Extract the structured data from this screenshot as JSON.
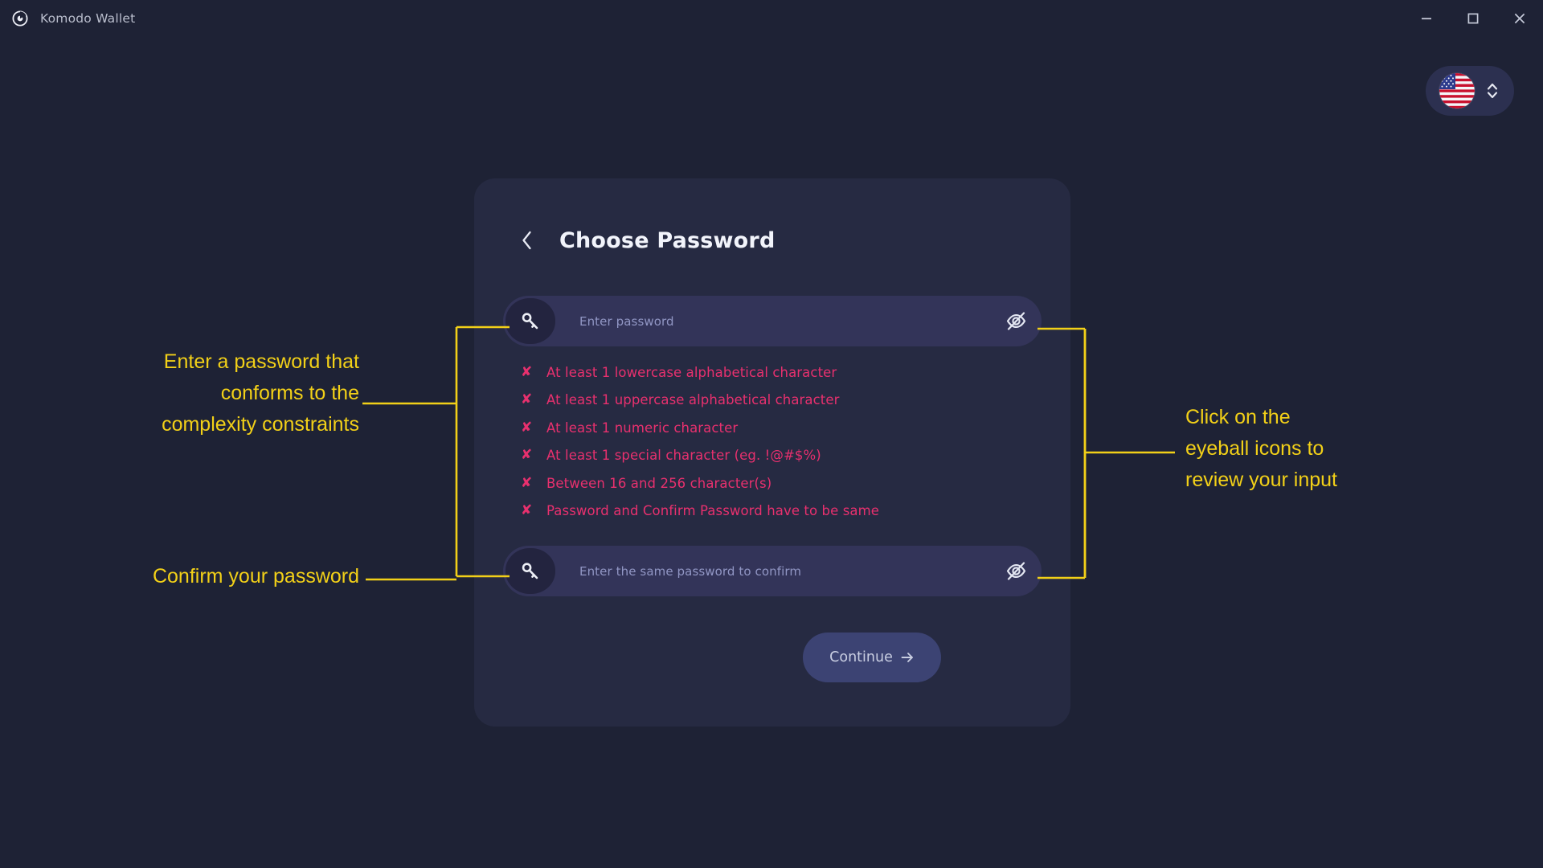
{
  "window": {
    "app_title": "Komodo Wallet",
    "logo_icon": "komodo-logo-icon",
    "controls": {
      "minimize": "minimize-icon",
      "maximize": "maximize-icon",
      "close": "close-icon"
    }
  },
  "language_selector": {
    "flag": "us-flag-icon",
    "chevrons_icon": "chevron-up-down-icon"
  },
  "card": {
    "back_icon": "chevron-left-icon",
    "title": "Choose Password",
    "password_field": {
      "key_icon": "key-icon",
      "placeholder": "Enter password",
      "value": "",
      "toggle_icon": "eye-off-icon"
    },
    "confirm_field": {
      "key_icon": "key-icon",
      "placeholder": "Enter the same password to confirm",
      "value": "",
      "toggle_icon": "eye-off-icon"
    },
    "rules": [
      {
        "mark": "✘",
        "text": "At least 1 lowercase alphabetical character",
        "satisfied": false
      },
      {
        "mark": "✘",
        "text": "At least 1 uppercase alphabetical character",
        "satisfied": false
      },
      {
        "mark": "✘",
        "text": "At least 1 numeric character",
        "satisfied": false
      },
      {
        "mark": "✘",
        "text": "At least 1 special character (eg. !@#$%)",
        "satisfied": false
      },
      {
        "mark": "✘",
        "text": "Between 16 and 256 character(s)",
        "satisfied": false
      },
      {
        "mark": "✘",
        "text": "Password and Confirm Password have to be same",
        "satisfied": false
      }
    ],
    "continue_button": {
      "label": "Continue",
      "arrow_icon": "arrow-right-icon"
    }
  },
  "annotations": [
    {
      "id": "left-top",
      "text": "Enter a password that\nconforms to the\ncomplexity constraints"
    },
    {
      "id": "left-bottom",
      "text": "Confirm your password"
    },
    {
      "id": "right",
      "text": "Click on the\neyeball icons to\nreview your input"
    }
  ],
  "colors": {
    "background": "#1e2235",
    "card": "#262a42",
    "field": "#333459",
    "field_icon_well": "#23243f",
    "error": "#e8306e",
    "annotation": "#f2d018",
    "button": "#3c4373",
    "placeholder": "#9196c4",
    "title_text": "#f2f4fb"
  }
}
